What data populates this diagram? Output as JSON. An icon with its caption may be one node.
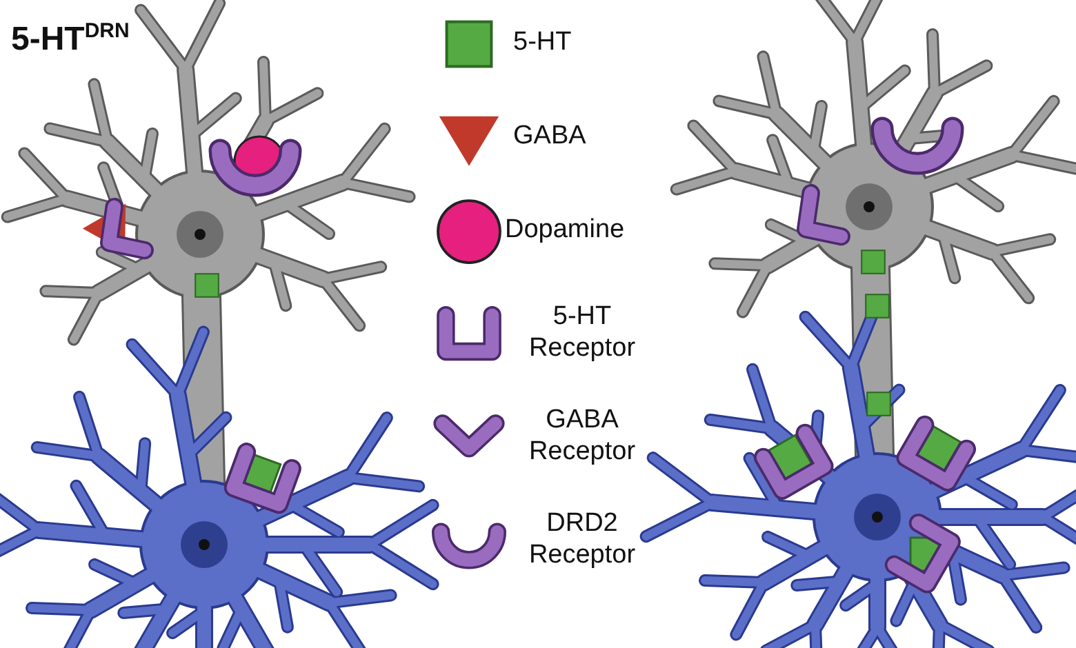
{
  "diagram": {
    "labels": [
      "5-HT$^{DRN}$"
    ],
    "legend": [
      {
        "text": "5-HT"
      },
      {
        "text": "GABA"
      },
      {
        "text": "Dopamine"
      },
      {
        "text": "5-HT Receptor"
      },
      {
        "text": "GABA Receptor"
      },
      {
        "text": "DRD2 Receptor"
      }
    ]
  }
}
